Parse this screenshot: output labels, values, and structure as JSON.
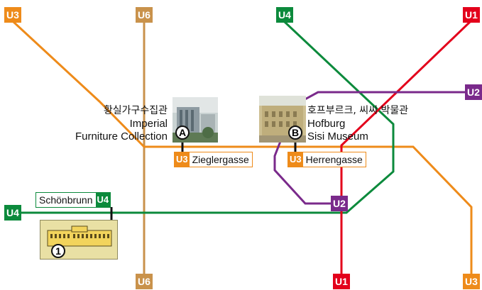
{
  "colors": {
    "U1": "#e3001b",
    "U2": "#7a2a8b",
    "U3": "#ee8b1a",
    "U4": "#0c8a3c",
    "U6": "#c9924b",
    "schonbrunn_bg": "#e9e0a4",
    "station_box_border": "#ee8b1a"
  },
  "lines": {
    "U1": "U1",
    "U2": "U2",
    "U3": "U3",
    "U4": "U4",
    "U6": "U6"
  },
  "attraction_a": {
    "marker": "A",
    "name_ko": "황실가구수집관",
    "name_en_1": "Imperial",
    "name_en_2": "Furniture Collection"
  },
  "attraction_b": {
    "marker": "B",
    "name_ko": "호프부르크, 씨씨 박물관",
    "name_en_1": "Hofburg",
    "name_en_2": "Sisi Museum"
  },
  "stations": {
    "zieglergasse": {
      "line": "U3",
      "name": "Zieglergasse"
    },
    "herrengasse": {
      "line": "U3",
      "name": "Herrengasse"
    },
    "schonbrunn": {
      "line": "U4",
      "name": "Schönbrunn"
    }
  },
  "schonbrunn_marker": "1",
  "icons": {
    "photo_a": "building-photo",
    "photo_b": "palace-photo",
    "schonbrunn": "palace-icon"
  }
}
